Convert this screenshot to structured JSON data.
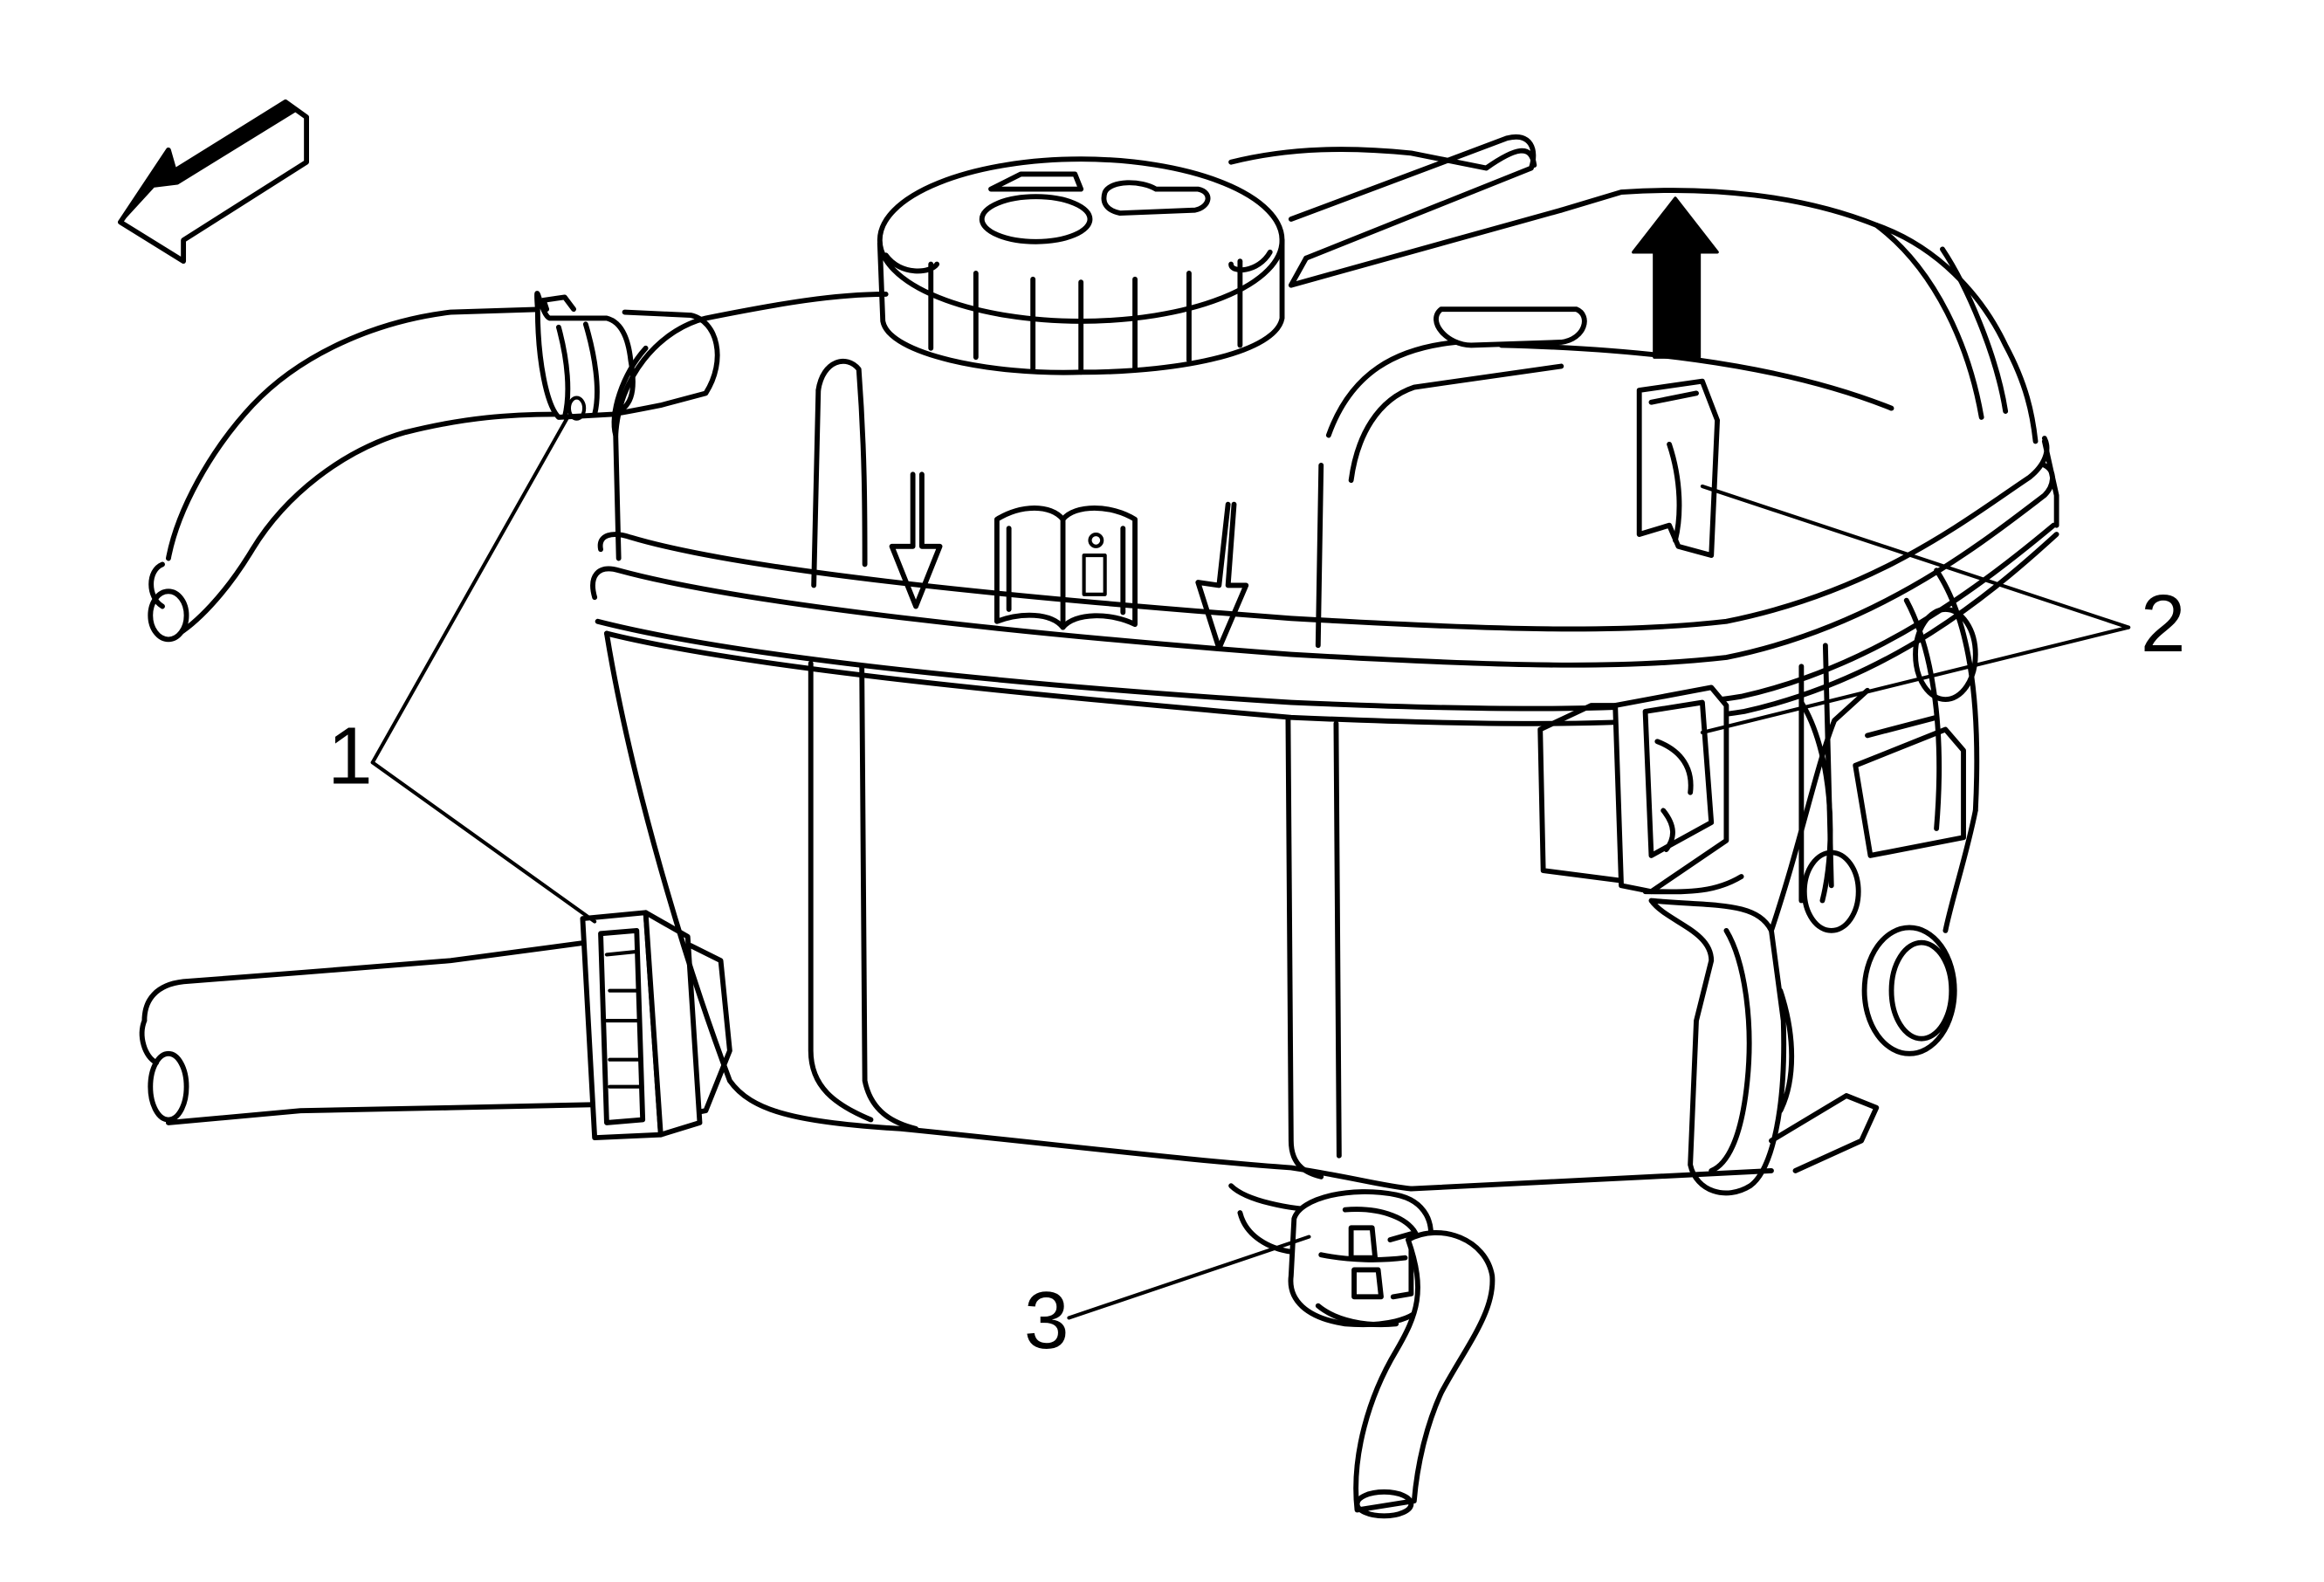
{
  "diagram": {
    "callouts": [
      {
        "id": "1",
        "label": "1"
      },
      {
        "id": "2",
        "label": "2"
      },
      {
        "id": "3",
        "label": "3"
      }
    ],
    "icons": [
      "direction-arrow-icon",
      "removal-arrow-icon",
      "owners-manual-icon",
      "fill-level-arrow-icon"
    ]
  }
}
